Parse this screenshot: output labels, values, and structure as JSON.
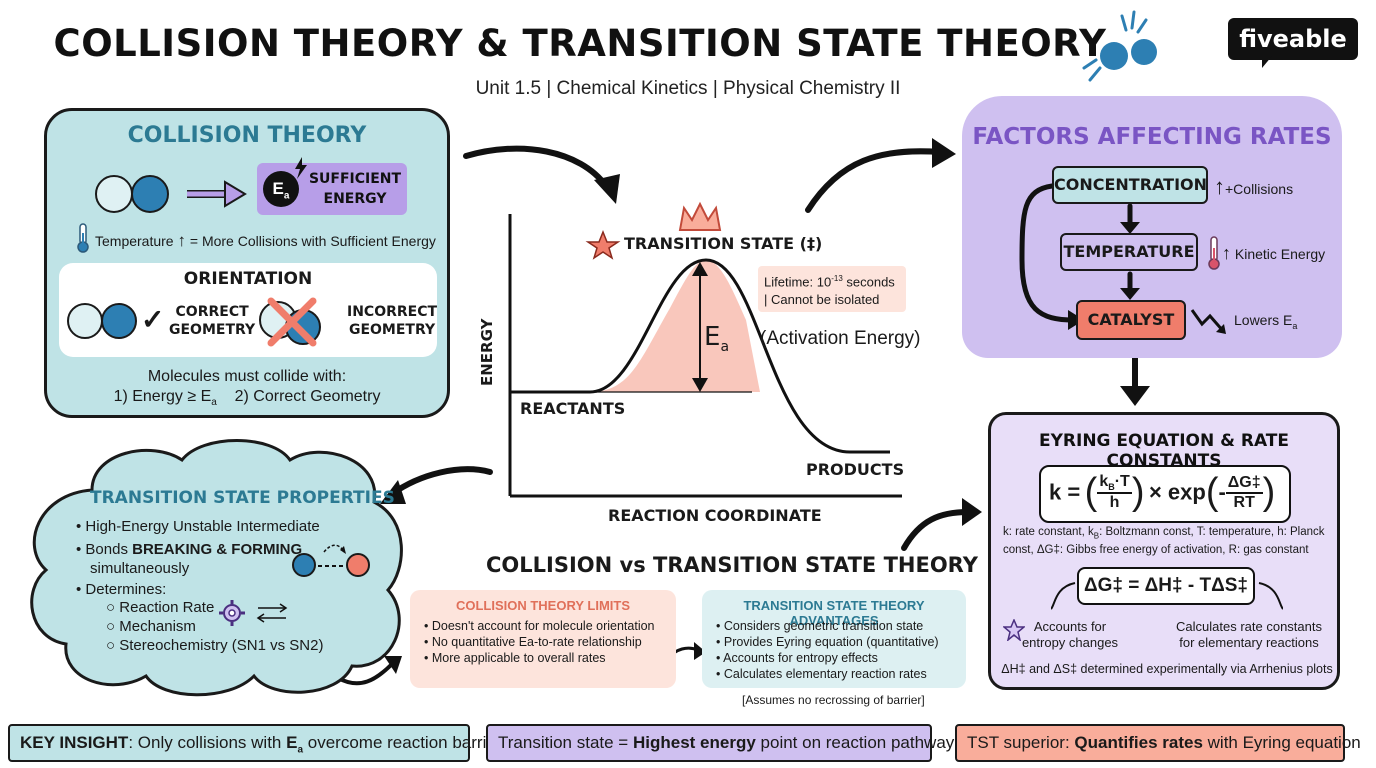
{
  "header": {
    "title": "COLLISION THEORY & TRANSITION STATE THEORY",
    "subtitle": "Unit 1.5 | Chemical Kinetics | Physical Chemistry II",
    "logo": "fiveable"
  },
  "collision": {
    "title": "COLLISION THEORY",
    "ea_symbol": "E",
    "ea_sub": "a",
    "energy_label_1": "SUFFICIENT",
    "energy_label_2": "ENERGY",
    "temperature_note": "Temperature",
    "temperature_note_rest": "= More Collisions with Sufficient Energy",
    "orientation_title": "ORIENTATION",
    "correct_1": "CORRECT",
    "correct_2": "GEOMETRY",
    "incorrect_1": "INCORRECT",
    "incorrect_2": "GEOMETRY",
    "must_collide": "Molecules must collide with:",
    "cond_1": "1) Energy ≥ E",
    "cond_1_sub": "a",
    "cond_2": "2) Correct Geometry"
  },
  "energy_diagram": {
    "ts_label": "TRANSITION STATE (‡)",
    "lifetime_1": "Lifetime: 10",
    "lifetime_exp": "-13",
    "lifetime_1b": " seconds",
    "lifetime_2": "| Cannot be isolated",
    "ea_label": "E",
    "ea_sub": "a",
    "activation": "(Activation Energy)",
    "y_axis": "ENERGY",
    "x_axis": "REACTION COORDINATE",
    "reactants": "REACTANTS",
    "products": "PRODUCTS"
  },
  "factors": {
    "title": "FACTORS AFFECTING RATES",
    "concentration": "CONCENTRATION",
    "conc_note": "+Collisions",
    "temperature": "TEMPERATURE",
    "temp_note": "Kinetic Energy",
    "catalyst": "CATALYST",
    "cat_note": "Lowers E",
    "cat_note_sub": "a"
  },
  "eyring": {
    "title": "EYRING EQUATION & RATE CONSTANTS",
    "k": "k =",
    "num": "k",
    "num_sub": "B",
    "num_rest": "·T",
    "den": "h",
    "times_exp": "× exp",
    "exp_num": "ΔG‡",
    "exp_den": "RT",
    "minus": "-",
    "legend": "k: rate constant, k",
    "legend_b": "B",
    "legend_rest": ": Boltzmann const, T: temperature, h: Planck const, ΔG‡: Gibbs free energy of activation, R: gas constant",
    "gibbs": "ΔG‡ = ΔH‡ - TΔS‡",
    "entropy_1": "Accounts for",
    "entropy_2": "entropy changes",
    "rate_1": "Calculates rate constants",
    "rate_2": "for elementary reactions",
    "arrhenius": "ΔH‡ and ΔS‡ determined experimentally via Arrhenius plots"
  },
  "tsp": {
    "title": "TRANSITION STATE PROPERTIES",
    "item1": "High-Energy Unstable Intermediate",
    "item2_a": "Bonds",
    "item2_b": "BREAKING & FORMING",
    "item2_c": "simultaneously",
    "item3": "Determines:",
    "sub1": "Reaction Rate",
    "sub2": "Mechanism",
    "sub3": "Stereochemistry (SN1 vs SN2)"
  },
  "comparison": {
    "title": "COLLISION vs TRANSITION STATE THEORY",
    "limits_title": "COLLISION THEORY LIMITS",
    "limits": [
      "Doesn't account for molecule orientation",
      "No quantitative Ea-to-rate relationship",
      "More applicable to overall rates"
    ],
    "adv_title": "TRANSITION STATE THEORY ADVANTAGES",
    "advantages": [
      "Considers geometric transition state",
      "Provides Eyring equation (quantitative)",
      "Accounts for entropy effects",
      "Calculates elementary reaction rates"
    ],
    "assumption": "[Assumes no recrossing of barrier]"
  },
  "bottom": {
    "key_a": "KEY INSIGHT",
    "key_b": ": Only collisions with",
    "key_c": "E",
    "key_c_sub": "a",
    "key_d": "overcome reaction barrier",
    "ts_a": "Transition state =",
    "ts_b": "Highest energy",
    "ts_c": "point on reaction pathway",
    "tst_a": "TST superior:",
    "tst_b": "Quantifies rates",
    "tst_c": "with Eyring equation"
  },
  "colors": {
    "teal": "#bfe3e6",
    "lavender": "#cfc0f0",
    "coral": "#f07d6b",
    "blue": "#2d7fb3",
    "pink": "#fde4dc"
  }
}
